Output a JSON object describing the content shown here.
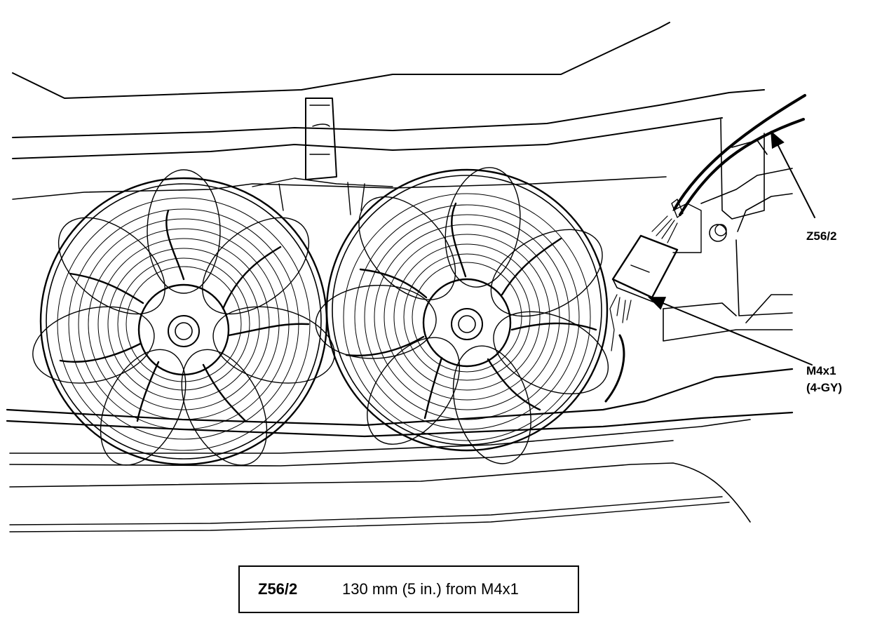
{
  "callouts": {
    "splice": {
      "label": "Z56/2"
    },
    "connector": {
      "label_line1": "M4x1",
      "label_line2": "(4-GY)"
    }
  },
  "caption": {
    "id": "Z56/2",
    "text": "130 mm (5 in.) from M4x1"
  },
  "colors": {
    "ink": "#000000",
    "paper": "#ffffff"
  }
}
